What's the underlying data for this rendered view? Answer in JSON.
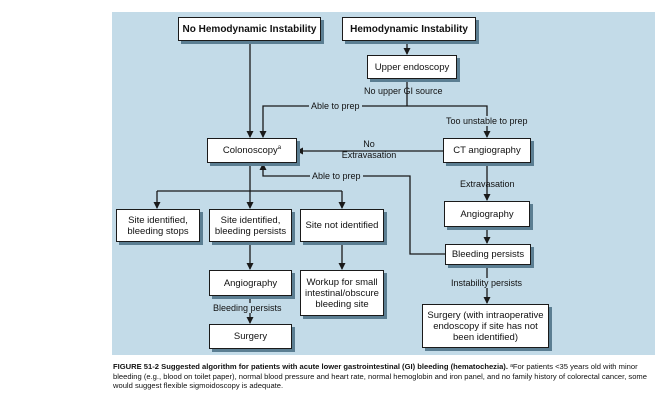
{
  "nodes": {
    "no_instability": "No Hemodynamic Instability",
    "instability": "Hemodynamic Instability",
    "upper_endoscopy": "Upper endoscopy",
    "colonoscopy": "Colonoscopy",
    "colonoscopy_note": "a",
    "ct_angiography": "CT angiography",
    "angiography_right": "Angiography",
    "bleeding_persists_right": "Bleeding persists",
    "surgery_right": "Surgery (with intraoperative endoscopy if site has not been identified)",
    "site_stops": "Site identified, bleeding stops",
    "site_persists": "Site identified, bleeding persists",
    "site_not_identified": "Site not identified",
    "angiography_left": "Angiography",
    "workup": "Workup for small intestinal/obscure bleeding site",
    "surgery_left": "Surgery"
  },
  "edge_labels": {
    "no_upper_gi": "No upper GI source",
    "able_to_prep_top": "Able to prep",
    "too_unstable": "Too unstable to prep",
    "no_extravasation": "No Extravasation",
    "able_to_prep_mid": "Able to prep",
    "extravasation": "Extravasation",
    "instability_persists": "Instability persists",
    "bleeding_persists_left": "Bleeding persists"
  },
  "caption": {
    "label": "FIGURE 51-2",
    "title": "Suggested algorithm for patients with acute lower gastrointestinal (GI) bleeding (hematochezia).",
    "footnote": "ᵃFor patients <35 years old with minor bleeding (e.g., blood on toilet paper), normal blood pressure and heart rate, normal hemoglobin and iron panel, and no family history of colorectal cancer, some would suggest flexible sigmoidoscopy is adequate."
  },
  "colors": {
    "panel": "#c3dbe8",
    "shadow": "#5b7e92",
    "line": "#1a1a1a"
  }
}
